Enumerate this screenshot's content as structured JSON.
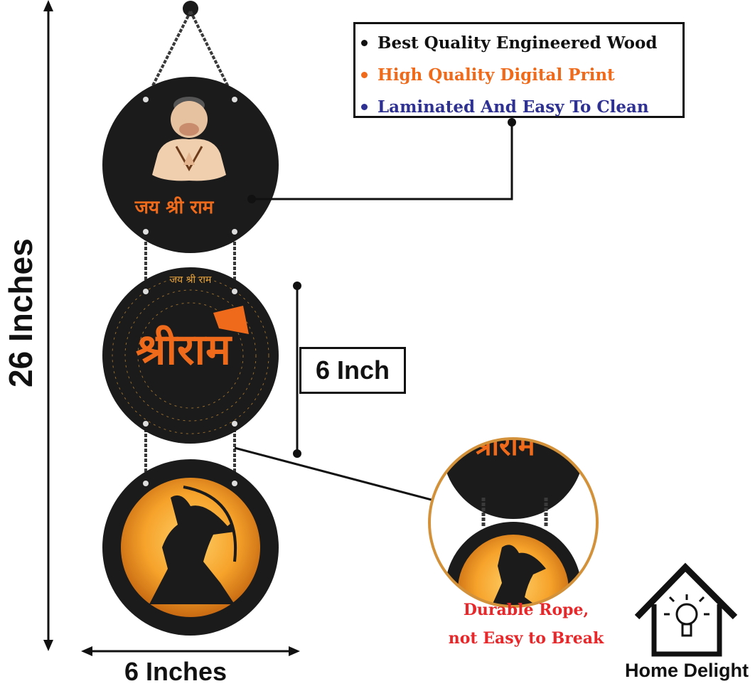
{
  "features": [
    {
      "label": "Best Quality Engineered Wood",
      "color": "#111111"
    },
    {
      "label": "High Quality Digital Print",
      "color": "#ef6a1a"
    },
    {
      "label": "Laminated And Easy To Clean",
      "color": "#2e3192"
    }
  ],
  "dimensions": {
    "height_label": "26 Inches",
    "width_label": "6 Inches",
    "plaque_label": "6 Inch"
  },
  "plaques": [
    {
      "name": "hanuman-plaque",
      "text": "जय श्री राम"
    },
    {
      "name": "shri-ram-plaque",
      "text": "श्रीराम",
      "ring_text": "जय श्री राम"
    },
    {
      "name": "archer-plaque"
    }
  ],
  "rope_note": {
    "line1": "Durable Rope,",
    "line2": "not Easy to Break"
  },
  "brand": {
    "name": "Home Delight"
  },
  "colors": {
    "orange": "#ef6a1a",
    "dark": "#1b1b1b",
    "gold": "#e6a23c",
    "red": "#e8272a",
    "navy": "#2e3192"
  }
}
